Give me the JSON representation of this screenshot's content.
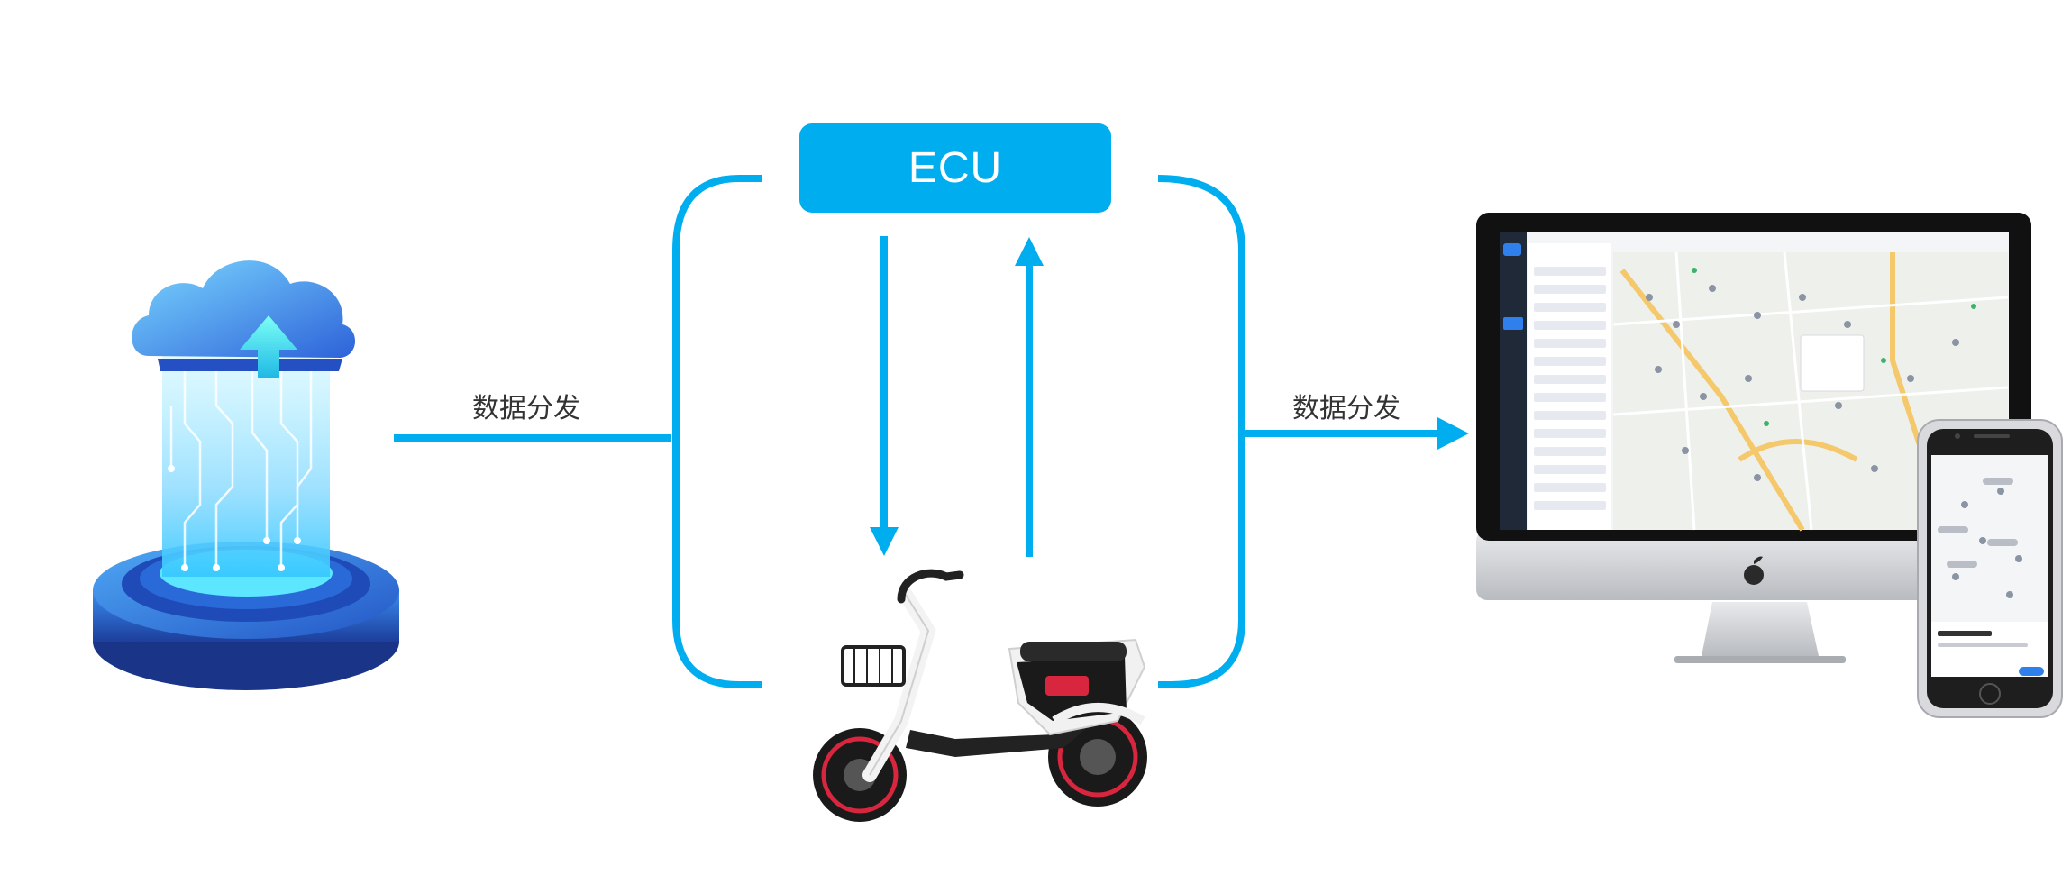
{
  "ecu": {
    "label": "ECU"
  },
  "labels": {
    "left_flow": "数据分发",
    "right_flow": "数据分发"
  },
  "colors": {
    "accent": "#00AEEF",
    "bike_red": "#D7263D"
  },
  "icons": {
    "cloud": "cloud-server-icon",
    "scooter": "electric-scooter",
    "monitor": "desktop-monitor",
    "phone": "smartphone"
  }
}
